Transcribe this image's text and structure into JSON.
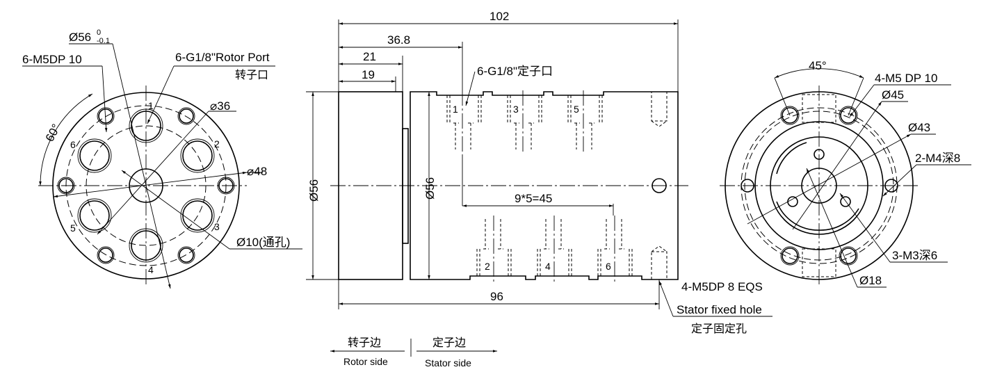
{
  "drawing": {
    "front_view": {
      "labels": {
        "outer_dia": "Ø56",
        "outer_tol_upper": "0",
        "outer_tol_lower": "-0.1",
        "mount_holes": "6-M5DP 10",
        "rotor_port": "6-G1/8\"Rotor Port",
        "rotor_port_cn": "转子口",
        "pcd_36": "⌀36",
        "pcd_48": "⌀48",
        "bore": "Ø10(通孔)",
        "angle": "60°"
      },
      "port_numbers": [
        "1",
        "2",
        "3",
        "4",
        "5",
        "6"
      ]
    },
    "side_view": {
      "dims": {
        "total_length": "102",
        "d_36_8": "36.8",
        "d_21": "21",
        "d_19": "19",
        "pitch": "9*5=45",
        "d_96": "96",
        "dia_left": "Ø56",
        "dia_right": "Ø56"
      },
      "stator_port": "6-G1/8\"定子口",
      "port_numbers_top": [
        "1",
        "3",
        "5"
      ],
      "port_numbers_bottom": [
        "2",
        "4",
        "6"
      ],
      "stator_hole": {
        "line1": "4-M5DP 8 EQS",
        "line2": "Stator fixed hole",
        "line3": "定子固定孔"
      }
    },
    "rear_view": {
      "labels": {
        "angle": "45°",
        "mount_holes": "4-M5 DP 10",
        "d45": "Ø45",
        "d43": "Ø43",
        "m4": "2-M4深8",
        "m3": "3-M3深6",
        "d18": "Ø18"
      }
    },
    "legend": {
      "rotor_cn": "转子边",
      "rotor_en": "Rotor side",
      "stator_cn": "定子边",
      "stator_en": "Stator side"
    }
  }
}
